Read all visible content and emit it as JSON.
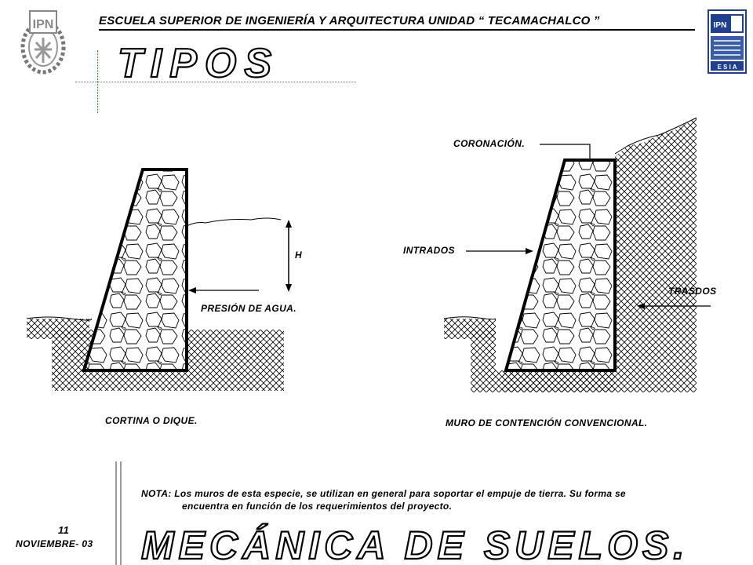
{
  "header": {
    "title": "ESCUELA SUPERIOR DE INGENIERÍA Y ARQUITECTURA UNIDAD “ TECAMACHALCO ”",
    "logo_left_text": "IPN",
    "logo_right_text_top": "IPN",
    "logo_right_text_bottom": "E S I A"
  },
  "slide": {
    "title": "TIPOS",
    "footer_title": "MECÁNICA DE SUELOS.",
    "page_number": "11",
    "date": "NOVIEMBRE- 03"
  },
  "figure_left": {
    "caption": "CORTINA O DIQUE.",
    "label_h": "H",
    "label_pressure": "PRESIÓN DE AGUA."
  },
  "figure_right": {
    "caption": "MURO DE CONTENCIÓN CONVENCIONAL.",
    "label_crown": "CORONACIÓN.",
    "label_intrados": "INTRADOS",
    "label_trasdos": "TRASDOS"
  },
  "note": {
    "line1": "NOTA: Los muros de esta especie, se utilizan en general para soportar el empuje de tierra. Su forma se",
    "line2": "encuentra en función de los requerimientos del proyecto."
  },
  "colors": {
    "accent_dotted": "#cc3333",
    "ink": "#000000",
    "logo_blue": "#1f3f8f"
  }
}
